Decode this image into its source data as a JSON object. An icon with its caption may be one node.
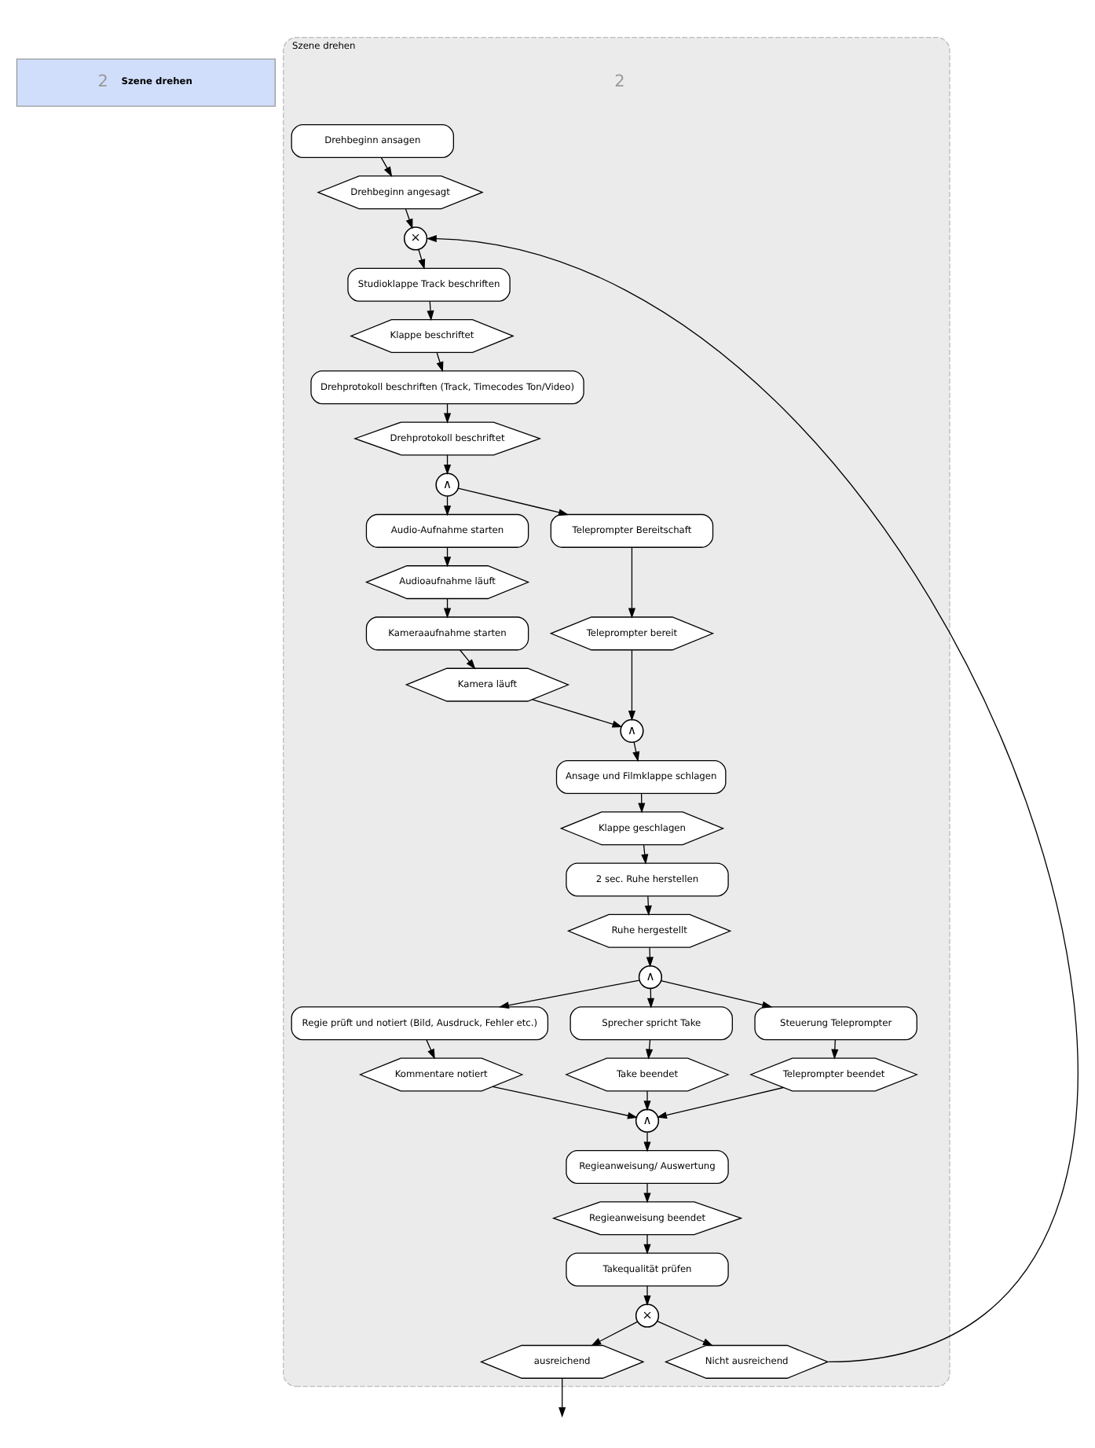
{
  "diagram": {
    "nodes": [
      {
        "text": [
          "2",
          "Szene drehen"
        ]
      },
      {
        "text": [
          "Szene drehen"
        ],
        "beside": [
          "2"
        ]
      },
      {
        "text": [
          "Drehbeginn ansagen"
        ],
        "in": 1
      },
      {
        "text": [
          "Drehbeginn angesagt"
        ],
        "in": 1
      },
      {
        "text": [
          "×"
        ],
        "in": 1
      },
      {
        "text": [
          "Studioklappe Track beschriften"
        ],
        "in": 1
      },
      {
        "text": [
          "Klappe beschriftet"
        ],
        "in": 1
      },
      {
        "text": [
          "Drehprotokoll beschriften (Track, Timecodes Ton/Video)"
        ],
        "in": 1
      },
      {
        "text": [
          "Drehprotokoll beschriftet"
        ],
        "in": 1
      },
      {
        "text": [
          "∧"
        ],
        "in": 1
      },
      {
        "text": [
          "Audio-Aufnahme starten"
        ],
        "in": 1
      },
      {
        "text": [
          "Teleprompter Bereitschaft"
        ],
        "in": 1
      },
      {
        "text": [
          "Audioaufnahme läuft"
        ],
        "in": 1
      },
      {
        "text": [
          "Kameraaufnahme starten"
        ],
        "in": 1
      },
      {
        "text": [
          "Kamera läuft"
        ],
        "in": 1
      },
      {
        "text": [
          "Teleprompter bereit"
        ],
        "in": 1
      },
      {
        "text": [
          "∧"
        ],
        "in": 1
      },
      {
        "text": [
          "Ansage und Filmklappe schlagen"
        ],
        "in": 1
      },
      {
        "text": [
          "Klappe geschlagen"
        ],
        "in": 1
      },
      {
        "text": [
          "2 sec. Ruhe herstellen"
        ],
        "in": 1
      },
      {
        "text": [
          "Ruhe hergestellt"
        ],
        "in": 1
      },
      {
        "text": [
          "∧"
        ],
        "in": 1
      },
      {
        "text": [
          "Regie prüft und notiert (Bild, Ausdruck, Fehler etc.)"
        ],
        "in": 1
      },
      {
        "text": [
          "Sprecher spricht Take"
        ],
        "in": 1
      },
      {
        "text": [
          "Steuerung Teleprompter"
        ],
        "in": 1
      },
      {
        "text": [
          "Kommentare notiert"
        ],
        "in": 1
      },
      {
        "text": [
          "Take beendet"
        ],
        "in": 1
      },
      {
        "text": [
          "Teleprompter beendet"
        ],
        "in": 1
      },
      {
        "text": [
          "∧"
        ],
        "in": 1
      },
      {
        "text": [
          "Regieanweisung/ Auswertung"
        ],
        "in": 1
      },
      {
        "text": [
          "Regieanweisung beendet"
        ],
        "in": 1
      },
      {
        "text": [
          "Takequalität prüfen"
        ],
        "in": 1
      },
      {
        "text": [
          "×"
        ],
        "in": 1
      },
      {
        "text": [
          "ausreichend"
        ],
        "in": 1
      },
      {
        "text": [
          "Nicht ausreichend"
        ],
        "in": 1
      }
    ],
    "edges": [
      {
        "from": 2,
        "to": 3,
        "arrow": "to"
      },
      {
        "from": 3,
        "to": 4,
        "arrow": "to"
      },
      {
        "from": 4,
        "to": 5,
        "arrow": "to"
      },
      {
        "from": 5,
        "to": 6,
        "arrow": "to"
      },
      {
        "from": 6,
        "to": 7,
        "arrow": "to"
      },
      {
        "from": 7,
        "to": 8,
        "arrow": "to"
      },
      {
        "from": 8,
        "to": 9,
        "arrow": "to"
      },
      {
        "from": 9,
        "to": 10,
        "arrow": "to"
      },
      {
        "from": 9,
        "to": 11,
        "arrow": "to"
      },
      {
        "from": 10,
        "to": 12,
        "arrow": "to"
      },
      {
        "from": 12,
        "to": 13,
        "arrow": "to"
      },
      {
        "from": 13,
        "to": 14,
        "arrow": "to"
      },
      {
        "from": 11,
        "to": 15,
        "arrow": "to"
      },
      {
        "from": 14,
        "to": 16,
        "arrow": "to"
      },
      {
        "from": 15,
        "to": 16,
        "arrow": "to"
      },
      {
        "from": 16,
        "to": 17,
        "arrow": "to"
      },
      {
        "from": 17,
        "to": 18,
        "arrow": "to"
      },
      {
        "from": 18,
        "to": 19,
        "arrow": "to"
      },
      {
        "from": 19,
        "to": 20,
        "arrow": "to"
      },
      {
        "from": 20,
        "to": 21,
        "arrow": "to"
      },
      {
        "from": 21,
        "to": 22,
        "arrow": "to"
      },
      {
        "from": 21,
        "to": 23,
        "arrow": "to"
      },
      {
        "from": 21,
        "to": 24,
        "arrow": "to"
      },
      {
        "from": 22,
        "to": 25,
        "arrow": "to"
      },
      {
        "from": 23,
        "to": 26,
        "arrow": "to"
      },
      {
        "from": 24,
        "to": 27,
        "arrow": "to"
      },
      {
        "from": 25,
        "to": 28,
        "arrow": "to"
      },
      {
        "from": 26,
        "to": 28,
        "arrow": "to"
      },
      {
        "from": 27,
        "to": 28,
        "arrow": "to"
      },
      {
        "from": 28,
        "to": 29,
        "arrow": "to"
      },
      {
        "from": 29,
        "to": 30,
        "arrow": "to"
      },
      {
        "from": 30,
        "to": 31,
        "arrow": "to"
      },
      {
        "from": 31,
        "to": 32,
        "arrow": "to"
      },
      {
        "from": 32,
        "to": 33,
        "arrow": "to"
      },
      {
        "from": 32,
        "to": 34,
        "arrow": "to"
      },
      {
        "from": 34,
        "to": 4,
        "arrow": "to"
      },
      {
        "from": 33,
        "to": null,
        "arrow": "to"
      }
    ]
  }
}
